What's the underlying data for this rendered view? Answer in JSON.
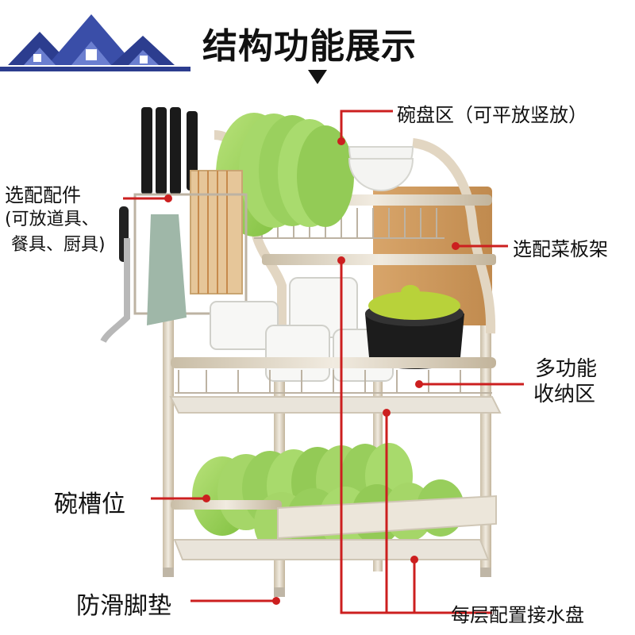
{
  "title": "结构功能展示",
  "labels": {
    "bowl_plate_zone": "碗盘区（可平放竖放）",
    "optional_parts_line1": "选配配件",
    "optional_parts_line2": "(可放道具、",
    "optional_parts_line3": "餐具、厨具)",
    "cutting_board_rack": "选配菜板架",
    "multi_storage_line1": "多功能",
    "multi_storage_line2": "收纳区",
    "bowl_slot": "碗槽位",
    "anti_slip_pad": "防滑脚垫",
    "drip_tray": "每层配置接水盘"
  },
  "colors": {
    "leader_line": "#cc1f1f",
    "logo_blue": "#2c3d8f",
    "plate_green": "#9bd45a",
    "rack_metal": "#d9cdb8"
  }
}
